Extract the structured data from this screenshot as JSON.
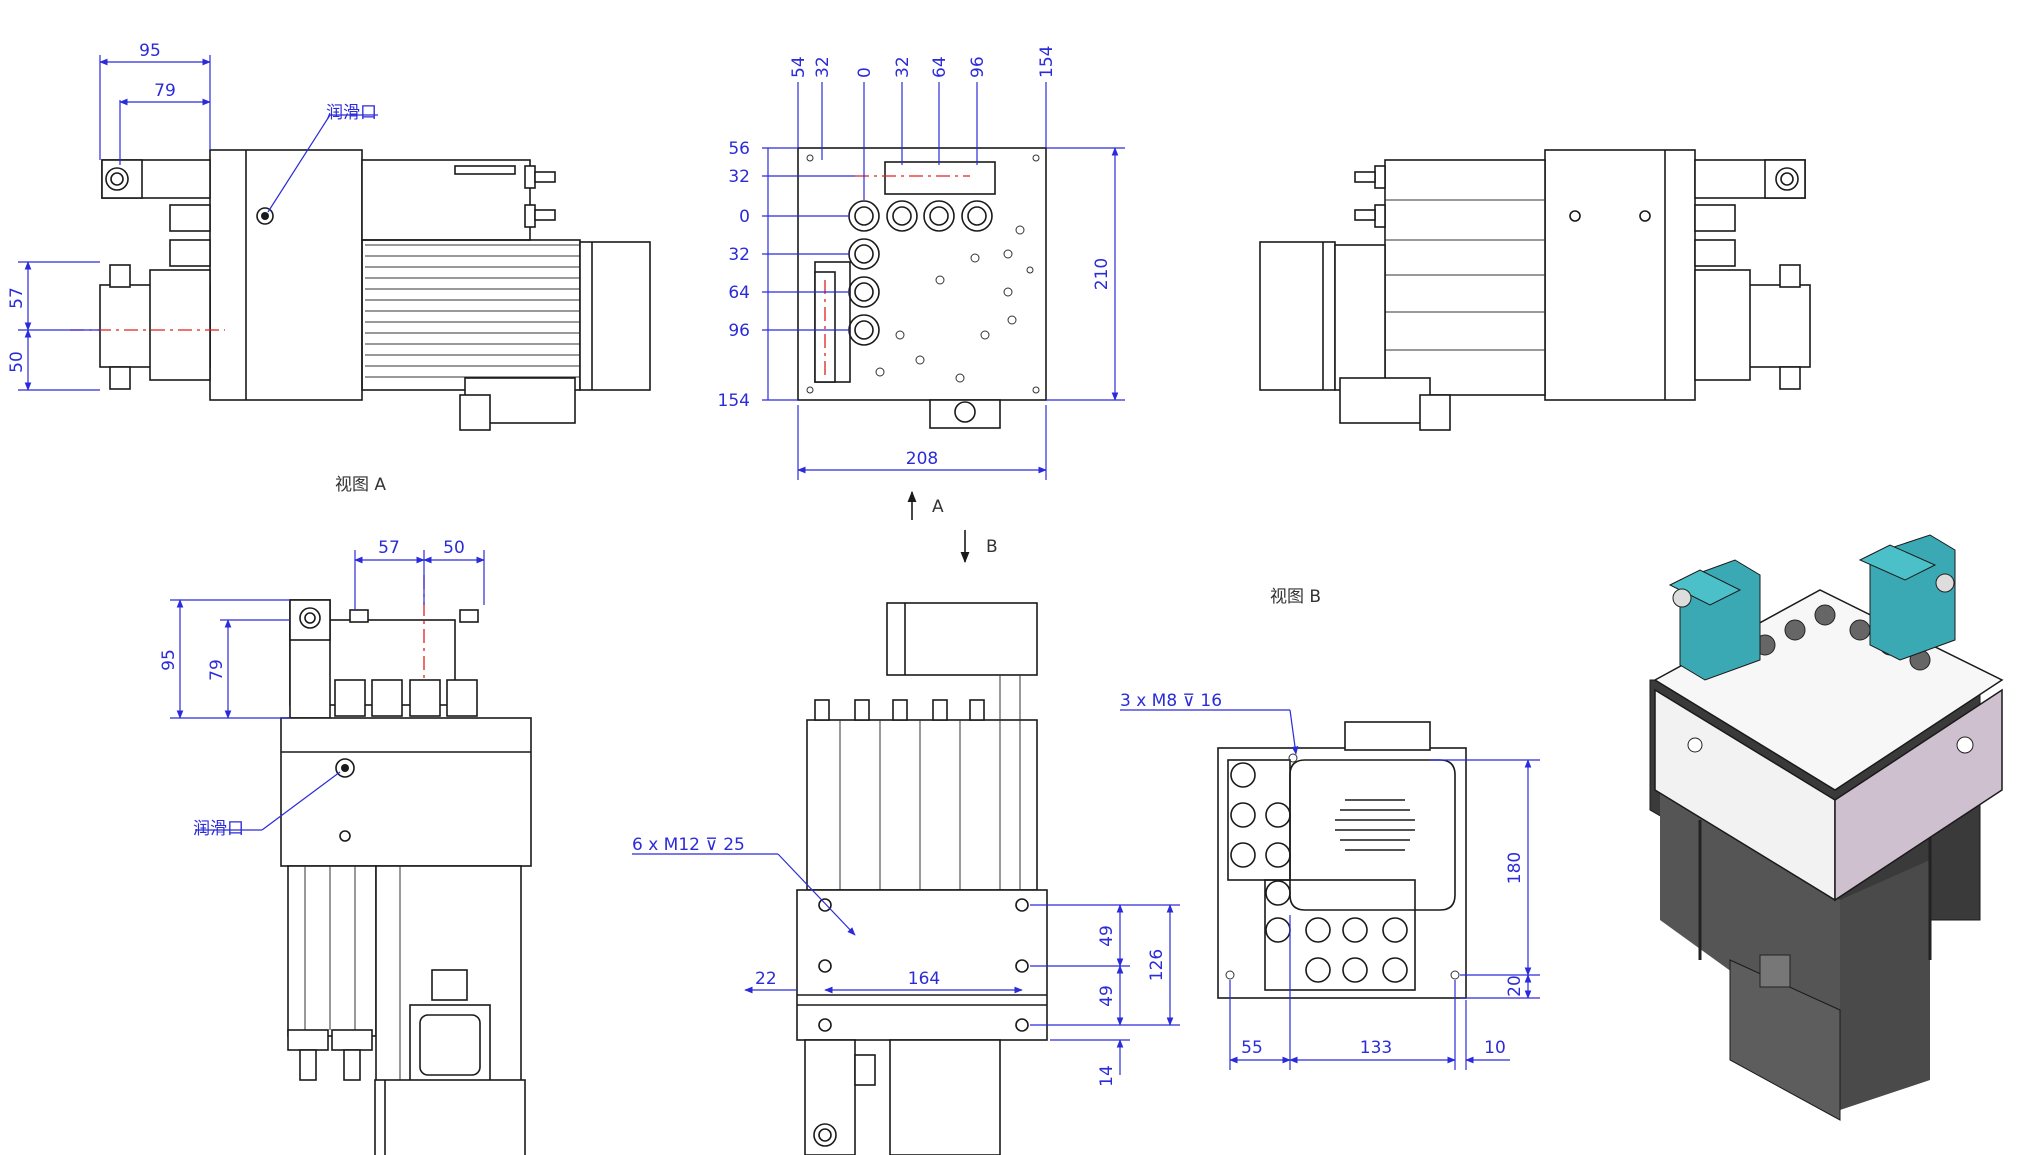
{
  "colors": {
    "outline": "#1a1a1a",
    "dimension": "#2b2bd9",
    "centerline": "#e02020",
    "iso_top": "#f3f3f3",
    "iso_side": "#cfc0d0",
    "iso_body": "#6a6a6a",
    "iso_cyan": "#3aa9b3"
  },
  "labels": {
    "lube_port_1": "润滑口",
    "lube_port_2": "润滑口",
    "view_a": "视图 A",
    "view_b": "视图 B",
    "arrow_a": "A",
    "arrow_b": "B",
    "hole_note_m12": "6 x  M12 ⊽ 25",
    "hole_note_m8": "3 x  M8 ⊽ 16"
  },
  "dims": {
    "d95": "95",
    "d79": "79",
    "d57": "57",
    "d50": "50",
    "top_54": "54",
    "top_32a": "32",
    "top_0": "0",
    "top_32b": "32",
    "top_64": "64",
    "top_96": "96",
    "top_154": "154",
    "left_56": "56",
    "left_32a": "32",
    "left_0": "0",
    "left_32b": "32",
    "left_64": "64",
    "left_96": "96",
    "left_154": "154",
    "w208": "208",
    "h210": "210",
    "bl_57": "57",
    "bl_50": "50",
    "bl_95": "95",
    "bl_79": "79",
    "bm_22": "22",
    "bm_164": "164",
    "bm_49a": "49",
    "bm_49b": "49",
    "bm_126": "126",
    "bm_14": "14",
    "br_180": "180",
    "br_20": "20",
    "br_55": "55",
    "br_133": "133",
    "br_10": "10"
  }
}
